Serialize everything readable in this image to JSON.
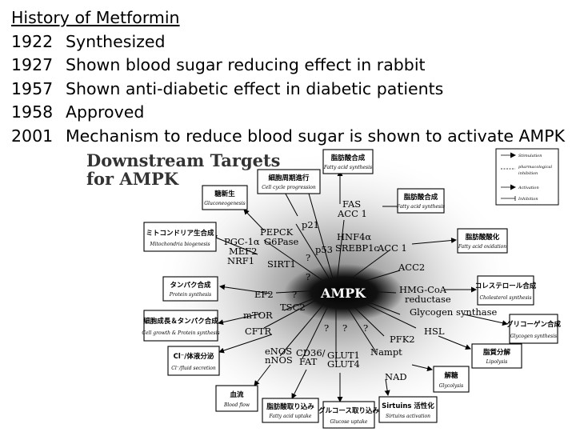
{
  "history": {
    "title": "History of Metformin",
    "events": [
      {
        "year": "1922",
        "text": "Synthesized"
      },
      {
        "year": "1927",
        "text": "Shown blood sugar reducing effect in rabbit"
      },
      {
        "year": "1957",
        "text": "Shown anti-diabetic effect in diabetic patients"
      },
      {
        "year": "1958",
        "text": "Approved"
      },
      {
        "year": "2001",
        "text": "Mechanism to reduce blood sugar is shown to activate AMPK"
      }
    ]
  },
  "diagram": {
    "title_line1": "Downstream Targets",
    "title_line2": "for AMPK",
    "center": "AMPK",
    "legend": [
      "Stimulation",
      "pharmacological",
      "inhibition",
      "Activation",
      "Inhibition"
    ],
    "boxes": {
      "cell_cycle": {
        "main": "細胞周期進行",
        "sub": "Cell cycle progression"
      },
      "fatty_acid_synthesis": {
        "main": "脂肪酸合成",
        "sub": "Fatty acid synthesis"
      },
      "gluconeogenesis": {
        "main": "糖新生",
        "sub": "Gluconeogenesis"
      },
      "lipid_synthesis": {
        "main": "脂肪酸合成",
        "sub": "Fatty acid synthesis"
      },
      "mitochondria": {
        "main": "ミトコンドリア生合成",
        "sub": "Mitochondria biogenesis"
      },
      "fatty_acid_oxidation": {
        "main": "脂肪酸酸化",
        "sub": "Fatty acid oxidation"
      },
      "protein_synthesis": {
        "main": "タンパク合成",
        "sub": "Protein synthesis"
      },
      "cholesterol": {
        "main": "コレステロール合成",
        "sub": "Cholesterol synthesis"
      },
      "cell_growth": {
        "main": "細胞成長＆タンパク合成",
        "sub": "Cell growth & Protein synthesis"
      },
      "glycogen": {
        "main": "グリコーゲン合成",
        "sub": "Glycogen synthesis"
      },
      "cl_secretion": {
        "main": "Cl⁻/体液分泌",
        "sub": "Cl⁻/fluid secretion"
      },
      "lipolysis": {
        "main": "脂質分解",
        "sub": "Lipolysis"
      },
      "blood_flow": {
        "main": "血流",
        "sub": "Blood flow"
      },
      "fatty_acid_uptake": {
        "main": "脂肪酸取り込み",
        "sub": "Fatty acid uptake"
      },
      "glucose_uptake": {
        "main": "グルコース取り込み",
        "sub": "Glucose uptake"
      },
      "sirtuins": {
        "main": "Sirtuins 活性化",
        "sub": "Sirtuins activation"
      },
      "glycolysis": {
        "main": "解糖",
        "sub": "Glycolysis"
      }
    },
    "nodes": {
      "fas": "FAS",
      "acc1_top": "ACC 1",
      "p21": "p21",
      "pepck": "PEPCK",
      "g6pase": "G6Pase",
      "hnf4a": "HNF4α",
      "pgc1a": "PGC-1α",
      "mef2": "MEF2",
      "nrf1": "NRF1",
      "p53": "p53",
      "srebp1c": "SREBP1c",
      "acc1": "ACC 1",
      "sirt1": "SIRT1",
      "acc2": "ACC2",
      "ef2": "EF2",
      "hmgcoa": "HMG-CoA",
      "reductase": "reductase",
      "tsc2": "TSC2",
      "mtor": "mTOR",
      "glycogen_synthase": "Glycogen synthase",
      "cftr": "CFTR",
      "hsl": "HSL",
      "pfk2": "PFK2",
      "enos": "eNOS",
      "nnos": "nNOS",
      "cd36": "CD36/",
      "fat": "FAT",
      "glut1": "GLUT1",
      "glut4": "GLUT4",
      "nampt": "Nampt",
      "nad": "NAD",
      "q1": "?",
      "q2": "?",
      "q3": "?",
      "q4": "?",
      "q5": "?",
      "q6": "?"
    }
  }
}
